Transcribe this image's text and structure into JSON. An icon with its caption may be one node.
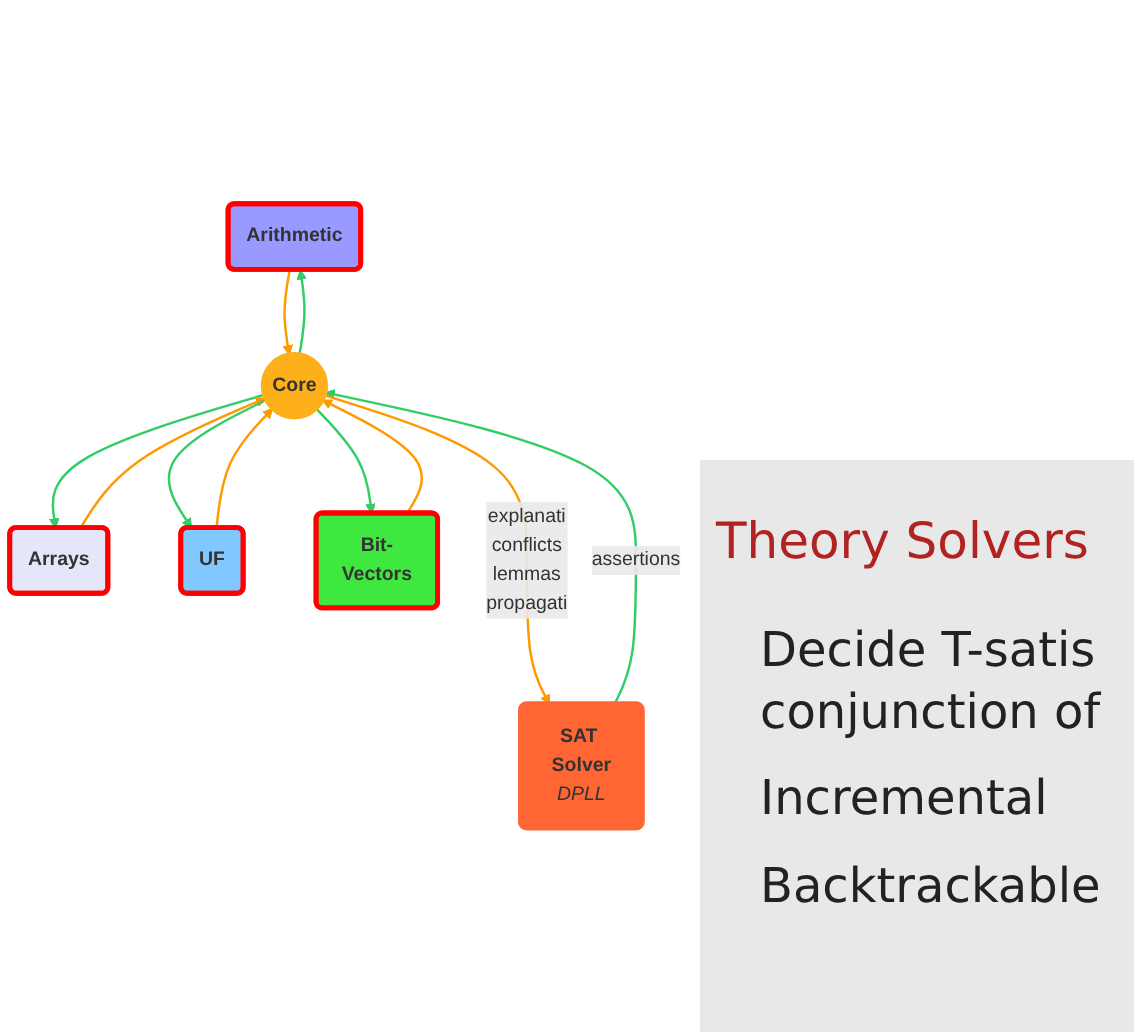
{
  "diagram": {
    "nodes": [
      {
        "text": [
          "Arithmetic"
        ]
      },
      {
        "text": [
          "Arrays"
        ]
      },
      {
        "text": [
          "UF"
        ]
      },
      {
        "text": [
          "Core"
        ]
      },
      {
        "text": [
          "Bit-Vectors"
        ]
      },
      {
        "text": [
          "SAT Solver",
          "DPLL"
        ]
      }
    ],
    "edges": [
      {
        "from": 3,
        "to": 0,
        "arrow": "to",
        "color": "#33cc66"
      },
      {
        "from": 0,
        "to": 3,
        "arrow": "to",
        "color": "#ff9900"
      },
      {
        "from": 3,
        "to": 1,
        "arrow": "to",
        "color": "#33cc66"
      },
      {
        "from": 1,
        "to": 3,
        "arrow": "to",
        "color": "#ff9900"
      },
      {
        "from": 2,
        "to": 3,
        "arrow": "to",
        "color": "#ff9900"
      },
      {
        "from": 3,
        "to": 2,
        "arrow": "to",
        "color": "#33cc66"
      },
      {
        "from": 3,
        "to": 4,
        "arrow": "to",
        "color": "#33cc66"
      },
      {
        "from": 4,
        "to": 3,
        "arrow": "to",
        "color": "#ff9900"
      },
      {
        "from": 5,
        "to": 3,
        "arrow": "to",
        "color": "#33cc66",
        "label": "assertions"
      },
      {
        "from": 3,
        "to": 5,
        "arrow": "to",
        "color": "#ff9900",
        "label": "explanati conflicts lemmas propagati"
      }
    ],
    "labels": [
      "Theory Solvers",
      "Decide T-satis",
      "conjunction of",
      "Incremental",
      "Backtrackable"
    ]
  }
}
